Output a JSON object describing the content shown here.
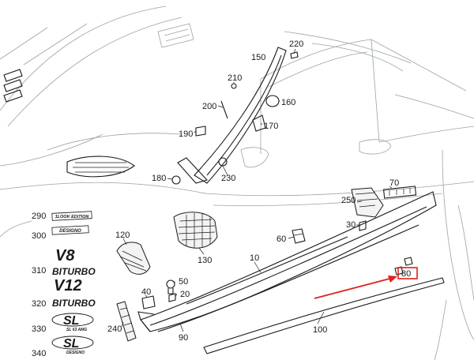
{
  "diagram": {
    "callouts": [
      {
        "id": "c220",
        "label": "220"
      },
      {
        "id": "c150",
        "label": "150"
      },
      {
        "id": "c210",
        "label": "210"
      },
      {
        "id": "c160",
        "label": "160"
      },
      {
        "id": "c200",
        "label": "200"
      },
      {
        "id": "c170",
        "label": "170"
      },
      {
        "id": "c190",
        "label": "190"
      },
      {
        "id": "c180",
        "label": "180"
      },
      {
        "id": "c230",
        "label": "230"
      },
      {
        "id": "c250",
        "label": "250"
      },
      {
        "id": "c70",
        "label": "70"
      },
      {
        "id": "c290",
        "label": "290"
      },
      {
        "id": "c300",
        "label": "300"
      },
      {
        "id": "c310",
        "label": "310"
      },
      {
        "id": "c320",
        "label": "320"
      },
      {
        "id": "c330",
        "label": "330"
      },
      {
        "id": "c340",
        "label": "340"
      },
      {
        "id": "c120",
        "label": "120"
      },
      {
        "id": "c130",
        "label": "130"
      },
      {
        "id": "c30",
        "label": "30"
      },
      {
        "id": "c60",
        "label": "60"
      },
      {
        "id": "c10",
        "label": "10"
      },
      {
        "id": "c50",
        "label": "50"
      },
      {
        "id": "c40",
        "label": "40"
      },
      {
        "id": "c20",
        "label": "20"
      },
      {
        "id": "c240",
        "label": "240"
      },
      {
        "id": "c90",
        "label": "90"
      },
      {
        "id": "c100",
        "label": "100"
      },
      {
        "id": "c80",
        "label": "80"
      }
    ],
    "emblems": {
      "e290": "1LOOK EDITION",
      "e300": "DESIGNO",
      "e310a": "V8",
      "e310b": "BITURBO",
      "e320a": "V12",
      "e320b": "BITURBO",
      "e330a": "SL",
      "e330b": "SL 63 AMG",
      "e340a": "SL",
      "e340b": "DESIGNO"
    },
    "highlight": {
      "callout": "80",
      "box_color": "#e0201c",
      "arrow_color": "#e0201c"
    },
    "colors": {
      "line": "#1a1a1a",
      "body_line": "#9aa2a8",
      "background": "#ffffff"
    }
  }
}
